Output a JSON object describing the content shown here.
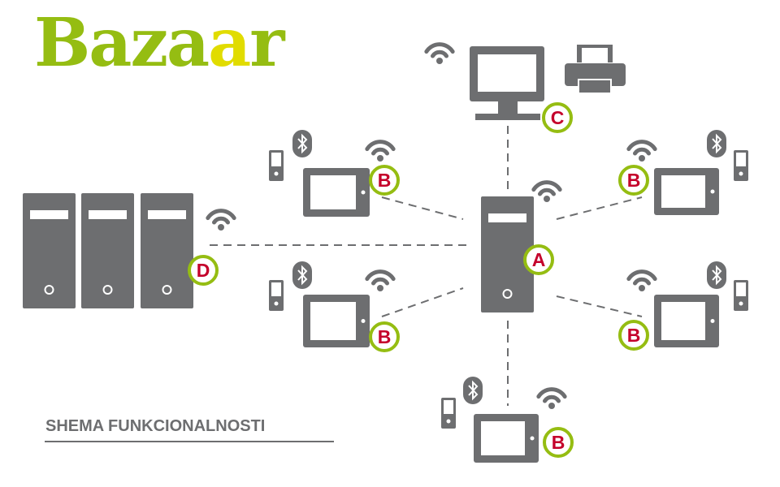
{
  "logo": {
    "text_main": "Baza",
    "text_highlight": "a",
    "text_end": "r"
  },
  "title": "SHEMA FUNKCIONALNOSTI",
  "badges": {
    "server": "A",
    "tablet": "B",
    "workstation": "C",
    "server_farm": "D"
  },
  "colors": {
    "device": "#6d6e70",
    "badge_ring": "#95bd12",
    "badge_letter": "#c4002b",
    "logo_green": "#95bd12",
    "logo_yellow": "#e1dc00"
  }
}
